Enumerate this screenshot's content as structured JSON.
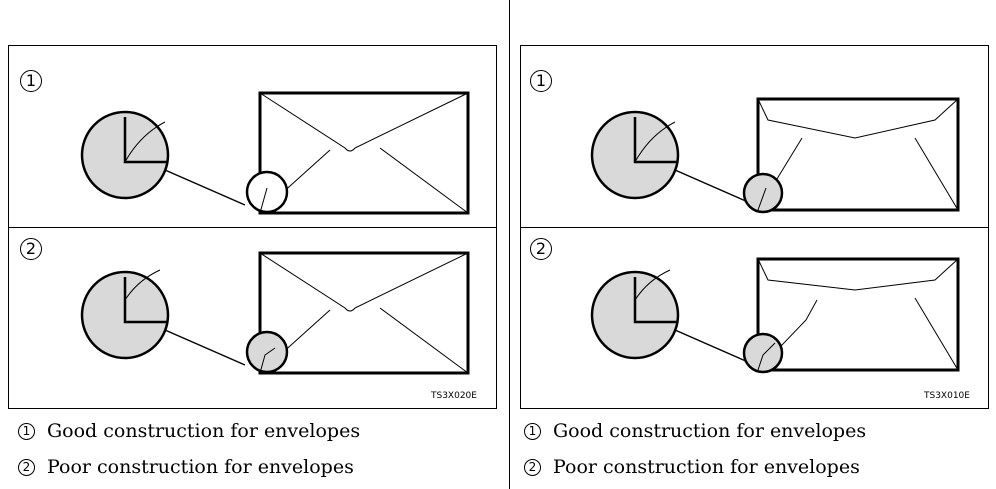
{
  "panels": [
    {
      "id": "left",
      "cells": [
        {
          "marker": "1",
          "state": "good"
        },
        {
          "marker": "2",
          "state": "poor"
        }
      ],
      "code": "TS3X020E",
      "captions": [
        {
          "marker": "1",
          "text": "Good construction for envelopes"
        },
        {
          "marker": "2",
          "text": "Poor construction for envelopes"
        }
      ]
    },
    {
      "id": "right",
      "cells": [
        {
          "marker": "1",
          "state": "good"
        },
        {
          "marker": "2",
          "state": "poor"
        }
      ],
      "code": "TS3X010E",
      "captions": [
        {
          "marker": "1",
          "text": "Good construction for envelopes"
        },
        {
          "marker": "2",
          "text": "Poor construction for envelopes"
        }
      ]
    }
  ],
  "colors": {
    "ink": "#000000",
    "magnifier_fill": "#d9d9d9"
  }
}
